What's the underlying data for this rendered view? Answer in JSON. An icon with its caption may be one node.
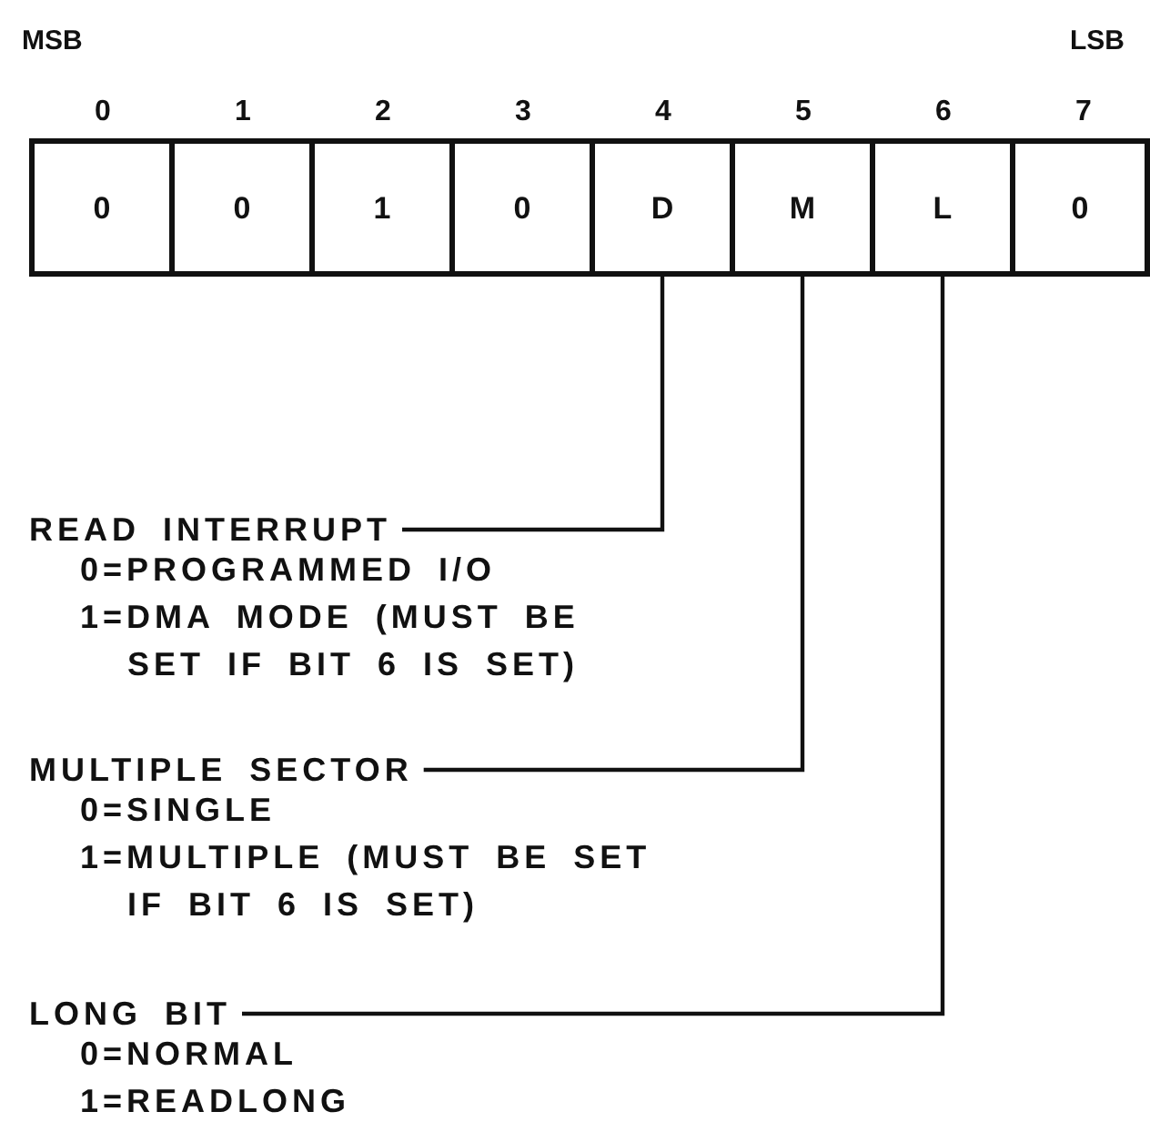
{
  "diagram": {
    "nodes": [
      {
        "text": [
          "0"
        ],
        "beside": [
          "0"
        ]
      },
      {
        "text": [
          "0"
        ],
        "beside": [
          "1"
        ]
      },
      {
        "text": [
          "1"
        ],
        "beside": [
          "2"
        ]
      },
      {
        "text": [
          "0"
        ],
        "beside": [
          "3"
        ]
      },
      {
        "text": [
          "D"
        ],
        "beside": [
          "4"
        ]
      },
      {
        "text": [
          "M"
        ],
        "beside": [
          "5"
        ]
      },
      {
        "text": [
          "L"
        ],
        "beside": [
          "6"
        ]
      },
      {
        "text": [
          "0"
        ],
        "beside": [
          "7"
        ]
      },
      {
        "text": [
          "READ INTERRUPT"
        ],
        "beside": [
          "0=PROGRAMMED I/O",
          "1=DMA MODE (MUST BE SET IF BIT 6 IS SET)"
        ]
      },
      {
        "text": [
          "MULTIPLE SECTOR"
        ],
        "beside": [
          "0=SINGLE",
          "1=MULTIPLE (MUST BE SET IF BIT 6 IS SET)"
        ]
      },
      {
        "text": [
          "LONG BIT"
        ],
        "beside": [
          "0=NORMAL",
          "1=READLONG"
        ]
      }
    ],
    "edges": [
      {
        "from": 4,
        "to": 8,
        "arrow": "none"
      },
      {
        "from": 5,
        "to": 9,
        "arrow": "none"
      },
      {
        "from": 6,
        "to": 10,
        "arrow": "none"
      }
    ],
    "labels": [
      "MSB",
      "LSB"
    ]
  }
}
